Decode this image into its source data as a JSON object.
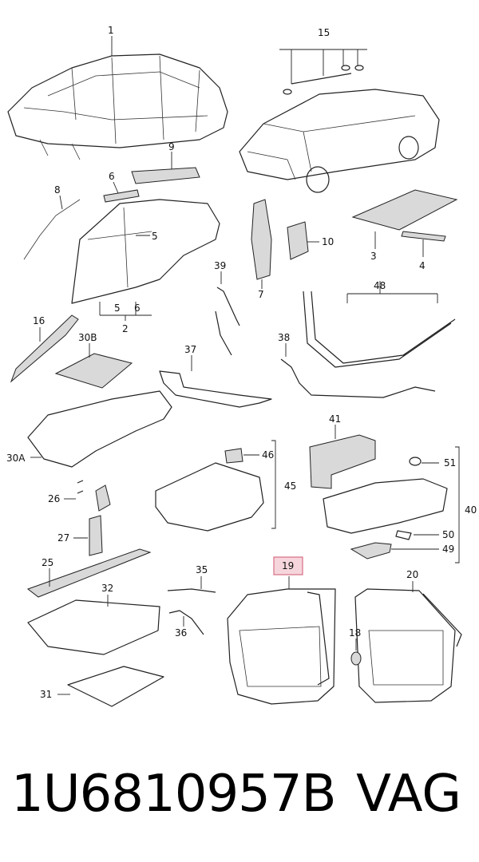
{
  "labels": {
    "l1": "1",
    "l2": "2",
    "l3": "3",
    "l4": "4",
    "l5a": "5",
    "l5b": "5",
    "l6a": "6",
    "l6b": "6",
    "l7": "7",
    "l8": "8",
    "l9": "9",
    "l10": "10",
    "l15": "15",
    "l16": "16",
    "l18": "18",
    "l19": "19",
    "l20": "20",
    "l25": "25",
    "l26": "26",
    "l27": "27",
    "l30a": "30A",
    "l30b": "30B",
    "l31": "31",
    "l32": "32",
    "l35": "35",
    "l36": "36",
    "l37": "37",
    "l38": "38",
    "l39": "39",
    "l40": "40",
    "l41": "41",
    "l45": "45",
    "l46": "46",
    "l48": "48",
    "l49": "49",
    "l50": "50",
    "l51": "51"
  },
  "highlight": {
    "label": "19",
    "color": "#d76e84"
  },
  "footer": {
    "part_number": "1U6810957B",
    "brand": "VAG"
  }
}
